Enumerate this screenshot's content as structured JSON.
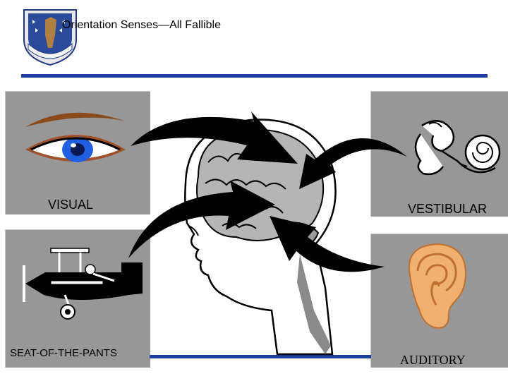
{
  "slide": {
    "title": "Orientation Senses—All Fallible"
  },
  "panels": {
    "visual": {
      "label": "VISUAL",
      "icon": "eye-icon"
    },
    "vestibular": {
      "label": "VESTIBULAR",
      "icon": "inner-ear-icon"
    },
    "seat": {
      "label": "SEAT-OF-THE-PANTS",
      "icon": "biplane-icon"
    },
    "auditory": {
      "label": "AUDITORY",
      "icon": "ear-icon"
    }
  },
  "center": {
    "icon": "head-brain-icon"
  },
  "colors": {
    "rule": "#1f3fa0",
    "panel": "#979797",
    "arrow": "#000000",
    "brain": "#b5b5b5",
    "ear": "#f0b070",
    "eye_iris": "#2060e0",
    "eyebrow": "#8a4a1a"
  }
}
